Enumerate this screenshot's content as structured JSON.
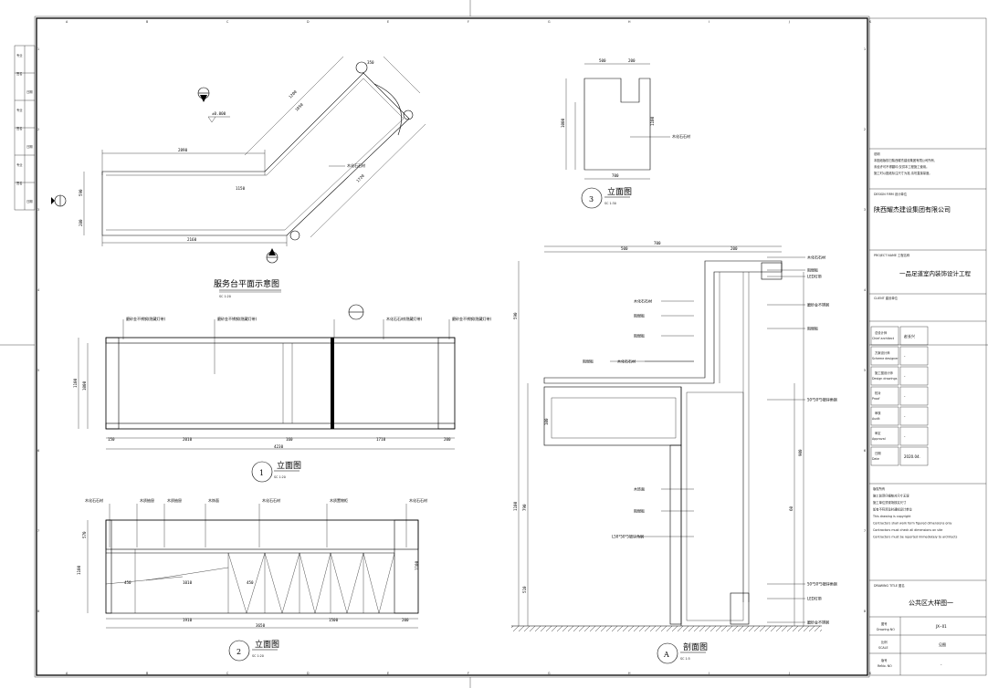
{
  "grid": {
    "top": [
      "A",
      "B",
      "C",
      "D",
      "E",
      "F",
      "G",
      "H",
      "I",
      "J",
      "K"
    ],
    "side": [
      "1",
      "2",
      "3",
      "4",
      "5",
      "6",
      "7",
      "8"
    ]
  },
  "stamps": [
    "专业",
    "签名",
    "日期",
    "专业",
    "签名",
    "日期",
    "专业",
    "签名",
    "日期"
  ],
  "plan": {
    "elevation": "±0.000",
    "dim_top": "2890",
    "dim_diag1": "1200",
    "dim_diag2": "1050",
    "dim_diag3": "1720",
    "dim_bottom": "2160",
    "dim_left1": "590",
    "dim_left2": "280",
    "dim_mid": "1150",
    "dim_r": "350",
    "material": "木化石石材",
    "title": "服务台平面示意图",
    "scale": "SC     1:20"
  },
  "elev1": {
    "labels": [
      "磨砂金不锈钢(隐藏灯带)",
      "磨砂金不锈钢(隐藏灯带)",
      "木化石石材(隐藏灯带)",
      "磨砂金不锈钢(隐藏灯带)"
    ],
    "dims": [
      "150",
      "2010",
      "160",
      "1710",
      "200"
    ],
    "total": "4230",
    "h1": "1100",
    "h2": "1000",
    "num": "1",
    "title": "立面图",
    "scale": "SC     1:20"
  },
  "elev2": {
    "labels": [
      "木化石石材",
      "木质抽屉",
      "木质抽屉",
      "木饰面",
      "木化石石材",
      "木质置物柜",
      "木化石石材"
    ],
    "dims": [
      "1910",
      "1500",
      "200"
    ],
    "total": "3650",
    "h": [
      "570",
      "1100",
      "1100"
    ],
    "inner": [
      "450",
      "1010",
      "450"
    ],
    "num": "2",
    "title": "立面图",
    "scale": "SC     1:20"
  },
  "elev3": {
    "dims": [
      "500",
      "200"
    ],
    "h": [
      "1000",
      "1100"
    ],
    "base": "700",
    "material": "木化石石材",
    "num": "3",
    "title": "立面图",
    "scale": "SC     1:30"
  },
  "section": {
    "top_dims": [
      "700",
      "500",
      "200"
    ],
    "labels_right": [
      "木化石石材",
      "阻燃板",
      "LED灯带",
      "磨砂金不锈钢",
      "阻燃板",
      "50*50*5镀锌角钢",
      "50*50*5镀锌角钢",
      "LED灯带",
      "磨砂金不锈钢"
    ],
    "labels_left": [
      "木化石石材",
      "阻燃板",
      "阻燃板",
      "阻燃板",
      "木化石石材",
      "木饰面",
      "阻燃板",
      "L50*50*5镀锌角钢"
    ],
    "v_dims": [
      "590",
      "1100",
      "900",
      "100",
      "790",
      "510",
      "60"
    ],
    "num": "A",
    "title": "剖面图",
    "scale": "SC     1:5"
  },
  "titleblock": {
    "notes_head": "说明",
    "notes": [
      "本图纸版权归陕西耀杰建设集团有限公司所有,",
      "未经许可不得翻印,仅供本工程施工使用。",
      "施工时以图纸标注尺寸为准,请勿直接量度。"
    ],
    "design_firm_label": "DESIGN FIRM    设计单位",
    "design_firm": "陕西耀杰建设集团有限公司",
    "project_label": "PROJECT NAME      工程名称",
    "project": "一品足道室内装饰设计工程",
    "client_label": "CLIENT     建设单位",
    "rows": [
      {
        "k": "总设计师",
        "e": "Chief architect",
        "v": "赵长兴"
      },
      {
        "k": "方案设计师",
        "e": "Scheme designer",
        "v": "-"
      },
      {
        "k": "施工图设计师",
        "e": "Design drawings",
        "v": "-"
      },
      {
        "k": "校对",
        "e": "Proof",
        "v": "-"
      },
      {
        "k": "审核",
        "e": "Audit",
        "v": "-"
      },
      {
        "k": "审定",
        "e": "Approval",
        "v": "-"
      },
      {
        "k": "日期",
        "e": "Date",
        "v": "2020.04."
      }
    ],
    "copyright": [
      "版权所有",
      "施工前须仔细核对尺寸无误",
      "施工单位须现场核实尺寸",
      "如有不符须及时通知设计单位",
      "This drawing is copyright",
      "Contractors shall work form figured dimensions only",
      "Contractors must check all dimensions on site",
      "Contractors must be reported immediately to architects"
    ],
    "drawing_title_label": "DRAWING TITLE     图名",
    "drawing_title": "公共区大样图一",
    "no_label": "图号",
    "no_label_e": "Drawing NO",
    "no": "JX--01",
    "scale_label": "比例",
    "scale_label_e": "SCALE",
    "scale": "见图",
    "ver_label": "版号",
    "ver_label_e": "ReNo. NO",
    "ver": "-"
  }
}
